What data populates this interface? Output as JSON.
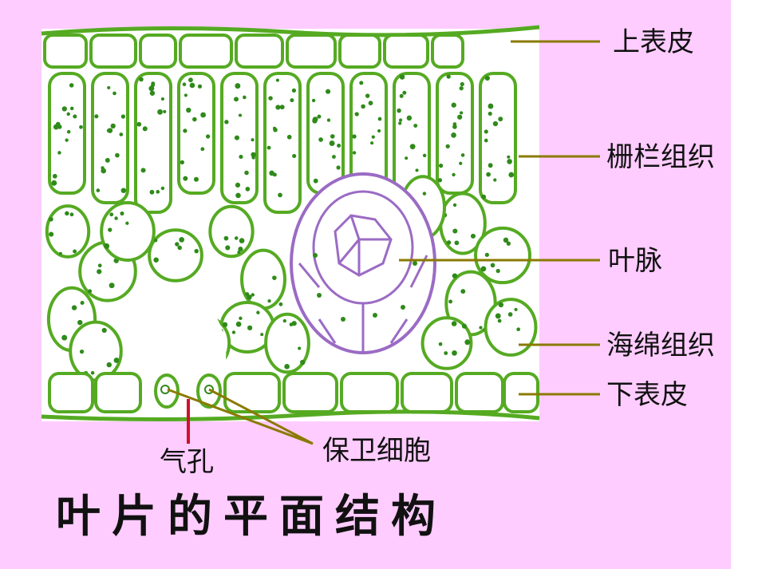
{
  "labels": {
    "upper_epidermis": "上表皮",
    "palisade": "栅栏组织",
    "vein": "叶脉",
    "spongy": "海绵组织",
    "lower_epidermis": "下表皮",
    "stoma": "气孔",
    "guard_cells": "保卫细胞"
  },
  "title": "叶片的平面结构",
  "colors": {
    "background": "#ffccff",
    "tissue_panel": "#ffffff",
    "cell_wall": "#55aa22",
    "chloroplast": "#2f8a1a",
    "vein": "#9b6bc4",
    "leader": "#8a7a00",
    "stoma_pointer": "#d01030"
  }
}
